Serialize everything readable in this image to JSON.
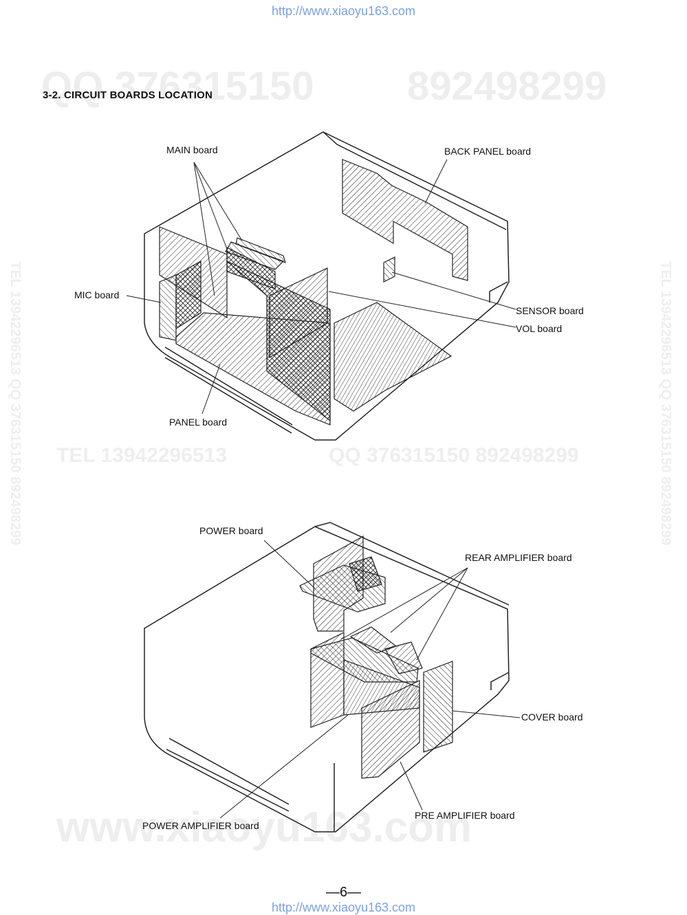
{
  "header_url": "http://www.xiaoyu163.com",
  "footer_url": "http://www.xiaoyu163.com",
  "section_title": "3-2.  CIRCUIT BOARDS LOCATION",
  "watermarks": {
    "qq_top": "QQ 376315150",
    "qq_top_2": "892498299",
    "tel_mid": "TEL  13942296513",
    "qq_mid": "QQ  376315150  892498299",
    "vertical_left": "TEL  13942296513  QQ  376315150  892498299",
    "vertical_right": "TEL  13942296513  QQ  376315150  892498299",
    "site": "www.xiaoyu163.com"
  },
  "top_diagram": {
    "labels": {
      "main": "MAIN board",
      "back_panel": "BACK PANEL board",
      "mic": "MIC board",
      "sensor": "SENSOR board",
      "vol": "VOL board",
      "panel": "PANEL board"
    }
  },
  "bottom_diagram": {
    "labels": {
      "power": "POWER board",
      "rear_amp": "REAR AMPLIFIER board",
      "cover": "COVER board",
      "pre_amp": "PRE AMPLIFIER board",
      "power_amp": "POWER AMPLIFIER board"
    }
  },
  "page_number": "—6—"
}
